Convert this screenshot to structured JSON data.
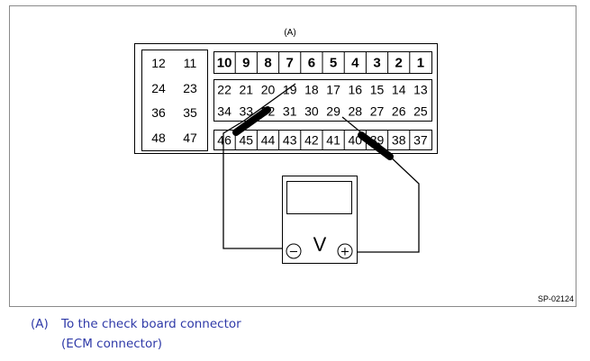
{
  "figure": {
    "callout": "(A)",
    "code": "SP-02124",
    "meter_symbol": "V",
    "minus_symbol": "−",
    "plus_symbol": "+"
  },
  "connector": {
    "left_block": [
      [
        "12",
        "11"
      ],
      [
        "24",
        "23"
      ],
      [
        "36",
        "35"
      ],
      [
        "48",
        "47"
      ]
    ],
    "right_rows": [
      [
        "10",
        "9",
        "8",
        "7",
        "6",
        "5",
        "4",
        "3",
        "2",
        "1"
      ],
      [
        "22",
        "21",
        "20",
        "19",
        "18",
        "17",
        "16",
        "15",
        "14",
        "13"
      ],
      [
        "34",
        "33",
        "32",
        "31",
        "30",
        "29",
        "28",
        "27",
        "26",
        "25"
      ],
      [
        "46",
        "45",
        "44",
        "43",
        "42",
        "41",
        "40",
        "39",
        "38",
        "37"
      ]
    ]
  },
  "caption": {
    "tag": "(A)",
    "line1": "To the check board connector",
    "line2": "(ECM connector)"
  }
}
